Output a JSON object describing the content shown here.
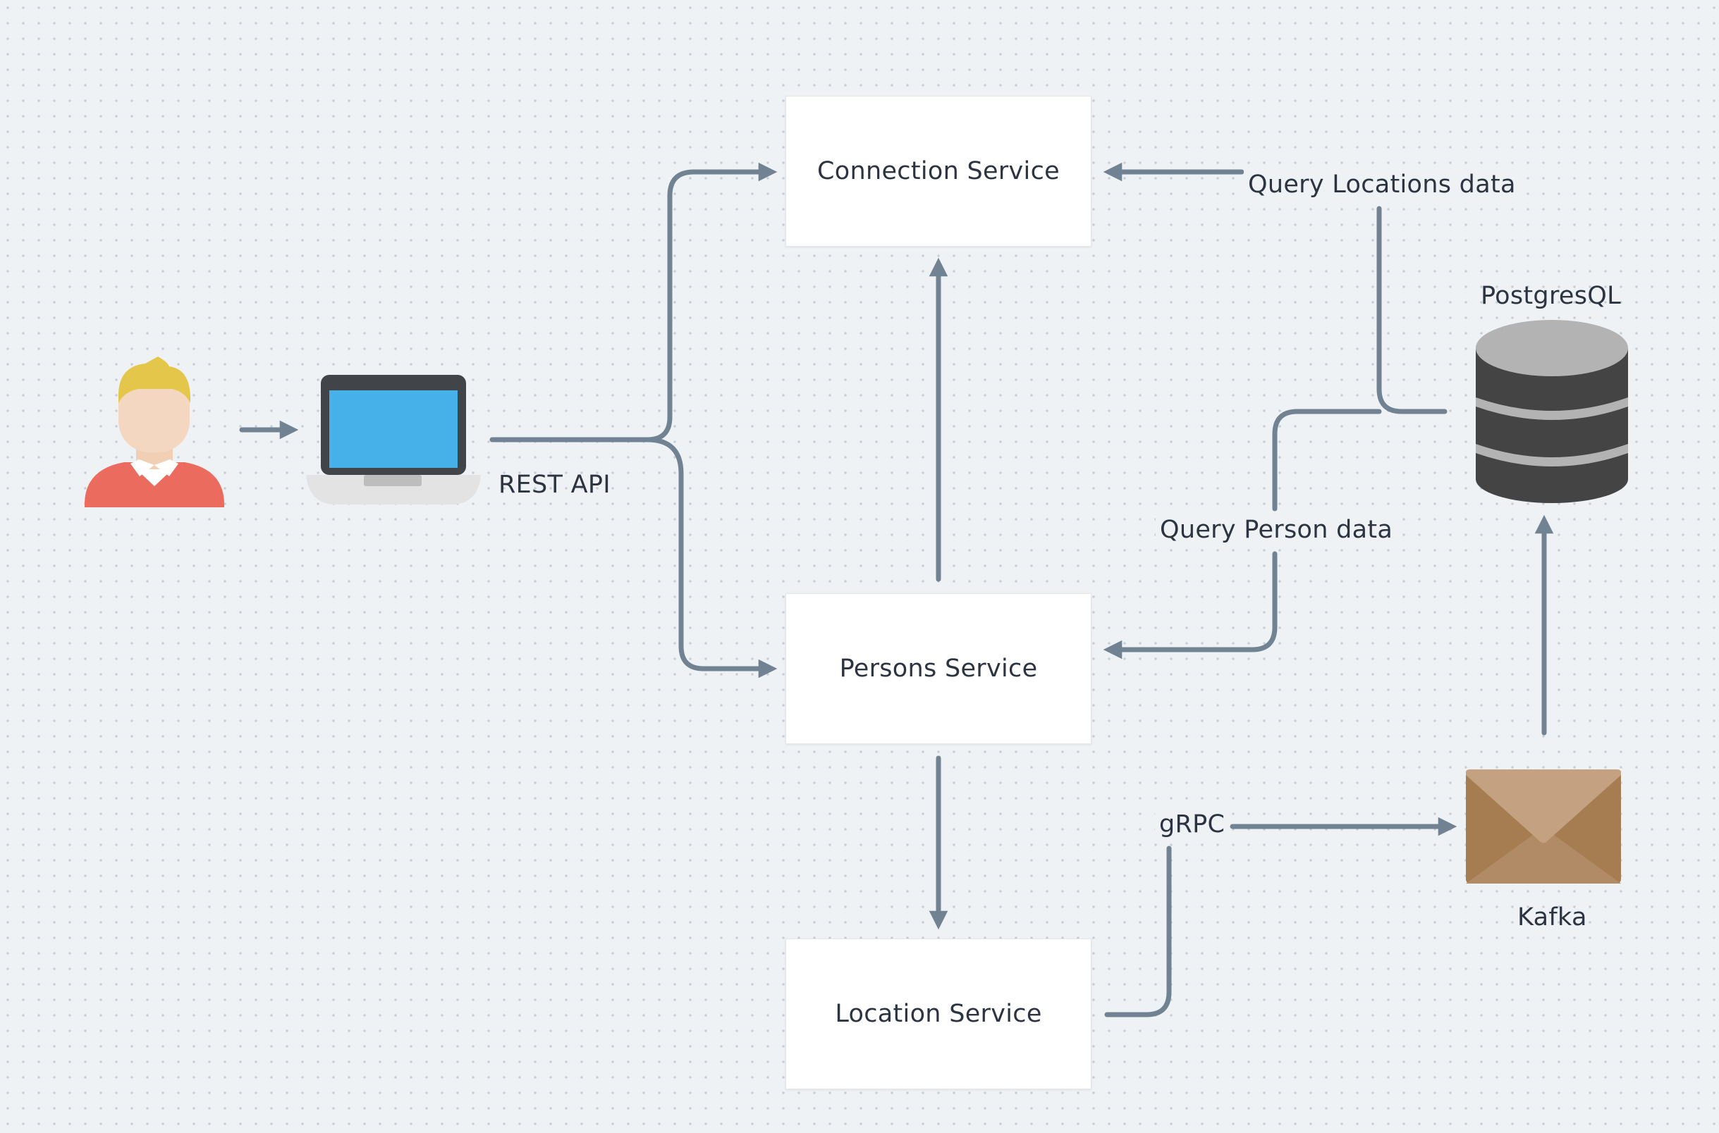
{
  "colors": {
    "background": "#eff2f5",
    "connector": "#718392",
    "box": "#ffffff",
    "text": "#2b3440"
  },
  "nodes": {
    "user": {
      "icon": "user-icon"
    },
    "laptop": {
      "icon": "laptop-icon"
    },
    "connection_service": {
      "label": "Connection Service"
    },
    "persons_service": {
      "label": "Persons Service"
    },
    "location_service": {
      "label": "Location Service"
    },
    "database": {
      "icon": "database-icon",
      "label": "PostgresQL"
    },
    "kafka": {
      "icon": "envelope-icon",
      "label": "Kafka"
    }
  },
  "edge_labels": {
    "rest_api": "REST API",
    "query_locations": "Query Locations data",
    "query_person": "Query Person data",
    "grpc": "gRPC"
  }
}
